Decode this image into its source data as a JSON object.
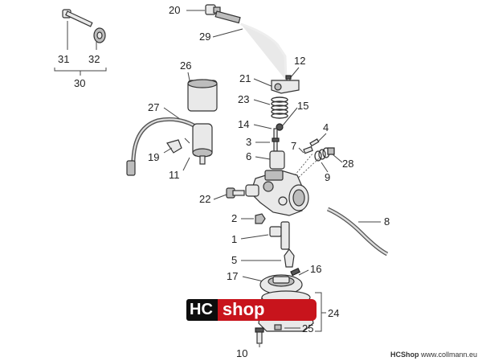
{
  "labels": {
    "l1": "1",
    "l2": "2",
    "l3": "3",
    "l4": "4",
    "l5": "5",
    "l6": "6",
    "l7": "7",
    "l8": "8",
    "l9": "9",
    "l10": "10",
    "l11": "11",
    "l12": "12",
    "l14": "14",
    "l15": "15",
    "l16": "16",
    "l17": "17",
    "l19": "19",
    "l20": "20",
    "l21": "21",
    "l22": "22",
    "l23": "23",
    "l24": "24",
    "l25": "25",
    "l26": "26",
    "l27": "27",
    "l28": "28",
    "l29": "29",
    "l30": "30",
    "l31": "31",
    "l32": "32"
  },
  "logo": {
    "left": "HC",
    "right": "shop",
    "left_color": "#0d0d0d",
    "right_color": "#c8141c"
  },
  "footer": {
    "brand": "HCShop",
    "url": "www.collmann.eu"
  }
}
